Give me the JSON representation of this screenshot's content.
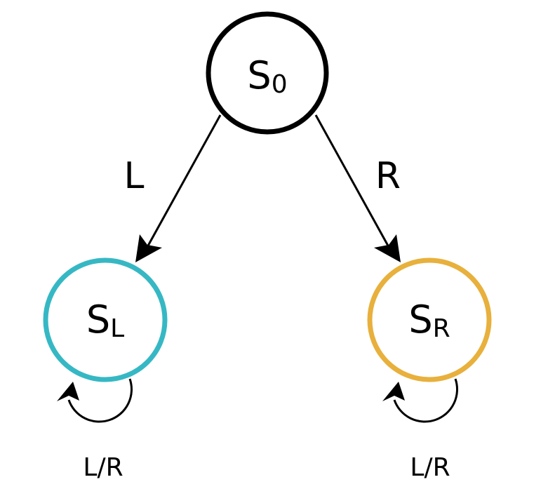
{
  "states": {
    "s0": {
      "letter": "S",
      "subscript": "0",
      "color": "#000000"
    },
    "sl": {
      "letter": "S",
      "subscript": "L",
      "color": "#36b8c4"
    },
    "sr": {
      "letter": "S",
      "subscript": "R",
      "color": "#e8b03c"
    }
  },
  "edges": {
    "left": {
      "label": "L"
    },
    "right": {
      "label": "R"
    }
  },
  "loops": {
    "left": {
      "label": "L/R"
    },
    "right": {
      "label": "L/R"
    }
  }
}
